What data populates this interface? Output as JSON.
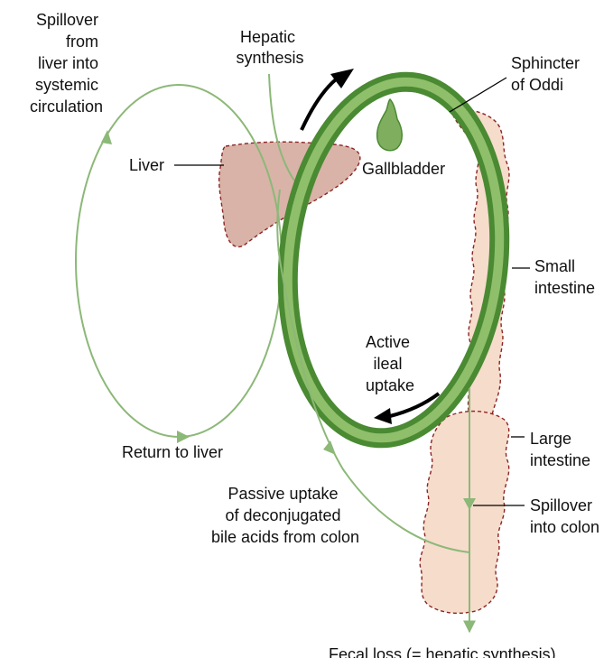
{
  "labels": {
    "spillover_liver": [
      "Spillover",
      "from",
      "liver into",
      "systemic",
      "circulation"
    ],
    "hepatic_synthesis": [
      "Hepatic",
      "synthesis"
    ],
    "sphincter": [
      "Sphincter",
      "of Oddi"
    ],
    "liver": "Liver",
    "gallbladder": "Gallbladder",
    "small_intestine": [
      "Small",
      "intestine"
    ],
    "active_uptake": [
      "Active",
      "ileal",
      "uptake"
    ],
    "large_intestine": [
      "Large",
      "intestine"
    ],
    "return_to_liver": "Return to liver",
    "passive_uptake": [
      "Passive uptake",
      "of deconjugated",
      "bile acids from colon"
    ],
    "spillover_colon": [
      "Spillover",
      "into colon"
    ],
    "fecal_loss": "Fecal loss (= hepatic synthesis)"
  },
  "colors": {
    "ring_dark": "#4a8a32",
    "ring_light": "#8fbf6a",
    "pathway": "#8cb878",
    "liver_fill": "#d9b3a8",
    "intestine_fill": "#f6dccb",
    "organ_outline": "#8b2525",
    "gallbladder_fill": "#7fae5e",
    "arrow": "#000000",
    "text": "#111111"
  }
}
